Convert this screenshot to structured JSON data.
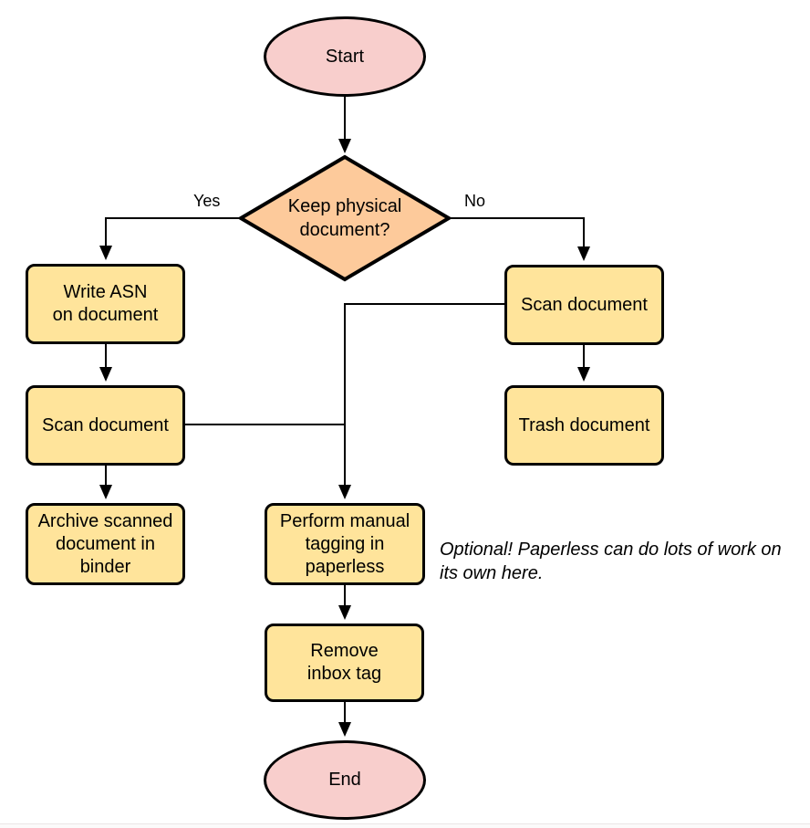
{
  "diagram": {
    "title_hint": "Paperless document intake flowchart",
    "colors": {
      "terminal_fill": "#F8CECC",
      "decision_fill": "#FDCA9B",
      "process_fill": "#FFE49B",
      "stroke": "#000000",
      "background": "#FFFFFF"
    },
    "nodes": {
      "start": {
        "label": "Start",
        "type": "terminal"
      },
      "decision": {
        "label": "Keep physical\ndocument?",
        "type": "decision"
      },
      "write_asn": {
        "label": "Write ASN\non document",
        "type": "process"
      },
      "scan_left": {
        "label": "Scan document",
        "type": "process"
      },
      "archive": {
        "label": "Archive scanned\ndocument in\nbinder",
        "type": "process"
      },
      "scan_right": {
        "label": "Scan document",
        "type": "process"
      },
      "trash": {
        "label": "Trash document",
        "type": "process"
      },
      "tagging": {
        "label": "Perform manual\ntagging in\npaperless",
        "type": "process"
      },
      "remove_inbox": {
        "label": "Remove\ninbox tag",
        "type": "process"
      },
      "end": {
        "label": "End",
        "type": "terminal"
      }
    },
    "edge_labels": {
      "yes": "Yes",
      "no": "No"
    },
    "annotation": {
      "text": "Optional! Paperless can do lots of work on\nits own here."
    }
  }
}
